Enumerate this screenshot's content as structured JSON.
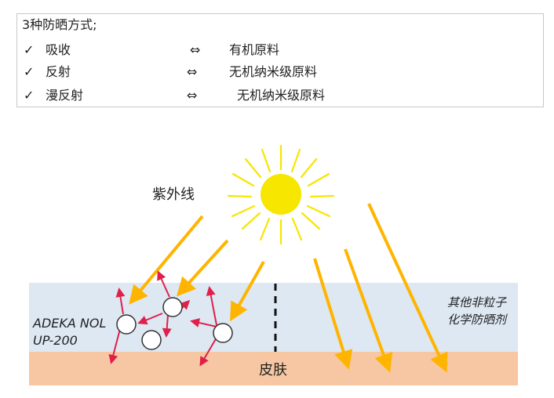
{
  "legend_box": {
    "title": "3种防晒方式;",
    "rows": [
      {
        "check": "✓",
        "method": "吸收",
        "arrow": "⇔",
        "material": "有机原料"
      },
      {
        "check": "✓",
        "method": "反射",
        "arrow": "⇔",
        "material": "无机纳米级原料"
      },
      {
        "check": "✓",
        "method": "漫反射",
        "arrow": "⇔",
        "material": "无机纳米级原料"
      }
    ]
  },
  "diagram": {
    "uv_label": "紫外线",
    "product_label_line1": "ADEKA NOL",
    "product_label_line2": "UP-200",
    "other_label_line1": "其他非粒子",
    "other_label_line2": "化学防晒剂",
    "skin_label": "皮肤",
    "colors": {
      "sun": "#f6e600",
      "uv_arrow": "#ffb400",
      "scatter_arrow": "#e0204a",
      "layer": "#dde8f3",
      "skin": "#f6c7a2"
    }
  }
}
